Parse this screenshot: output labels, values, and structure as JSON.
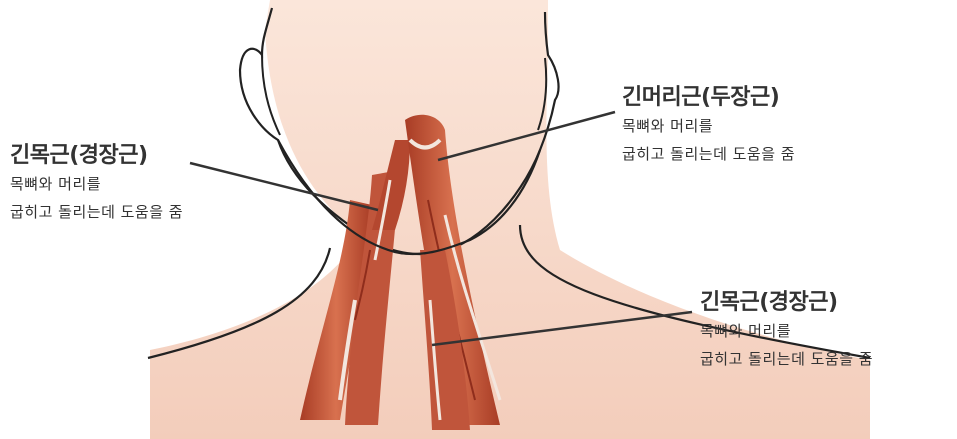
{
  "labels": {
    "left": {
      "title": "긴목근(경장근)",
      "line1": "목뼈와 머리를",
      "line2": "굽히고 돌리는데 도움을 줌"
    },
    "right_top": {
      "title": "긴머리근(두장근)",
      "line1": "목뼈와 머리를",
      "line2": "굽히고 돌리는데 도움을 줌"
    },
    "right_bottom": {
      "title": "긴목근(경장근)",
      "line1": "목뼈와 머리를",
      "line2": "굽히고 돌리는데 도움을 줌"
    }
  },
  "colors": {
    "skin": "#f6d7c8",
    "muscle": "#c95a3e",
    "muscle_dark": "#8f2d1c",
    "tendon": "#f3e6de",
    "outline": "#222222"
  }
}
